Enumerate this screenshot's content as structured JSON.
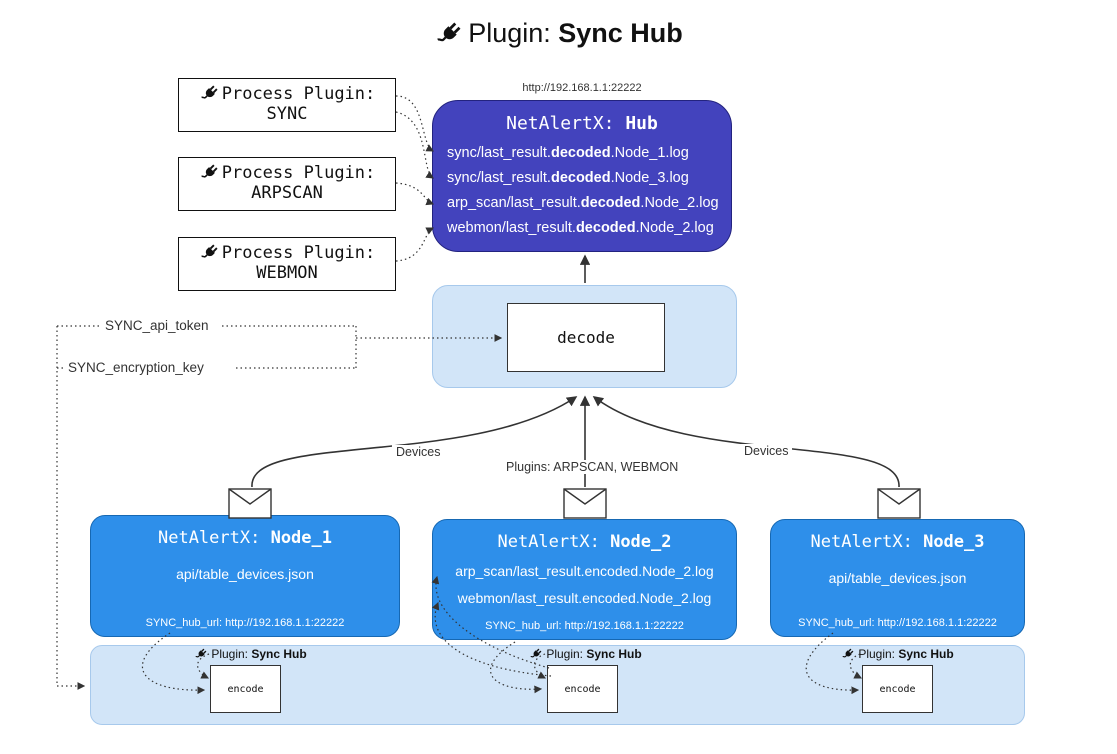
{
  "title": {
    "prefix": "Plugin: ",
    "bold": "Sync Hub"
  },
  "process_plugins": [
    {
      "label": "Process Plugin:",
      "name": "SYNC"
    },
    {
      "label": "Process Plugin:",
      "name": "ARPSCAN"
    },
    {
      "label": "Process Plugin:",
      "name": "WEBMON"
    }
  ],
  "hub": {
    "url": "http://192.168.1.1:22222",
    "title_prefix": "NetAlertX: ",
    "title_bold": "Hub",
    "logs": [
      {
        "pre": "sync/last_result.",
        "bold": "decoded",
        "post": ".Node_1.log"
      },
      {
        "pre": "sync/last_result.",
        "bold": "decoded",
        "post": ".Node_3.log"
      },
      {
        "pre": "arp_scan/last_result.",
        "bold": "decoded",
        "post": ".Node_2.log"
      },
      {
        "pre": "webmon/last_result.",
        "bold": "decoded",
        "post": ".Node_2.log"
      }
    ]
  },
  "decode": {
    "label": "decode"
  },
  "secrets": {
    "api_token": "SYNC_api_token",
    "encryption_key": "SYNC_encryption_key"
  },
  "edge_labels": {
    "left": "Devices",
    "center": "Plugins: ARPSCAN, WEBMON",
    "right": "Devices"
  },
  "nodes": [
    {
      "title_prefix": "NetAlertX: ",
      "title_bold": "Node_1",
      "files": [
        "api/table_devices.json"
      ],
      "hub_url": "SYNC_hub_url: http://192.168.1.1:22222"
    },
    {
      "title_prefix": "NetAlertX: ",
      "title_bold": "Node_2",
      "files": [
        "arp_scan/last_result.encoded.Node_2.log",
        "webmon/last_result.encoded.Node_2.log"
      ],
      "hub_url": "SYNC_hub_url: http://192.168.1.1:22222"
    },
    {
      "title_prefix": "NetAlertX: ",
      "title_bold": "Node_3",
      "files": [
        "api/table_devices.json"
      ],
      "hub_url": "SYNC_hub_url: http://192.168.1.1:22222"
    }
  ],
  "encoders": [
    {
      "label_prefix": "Plugin: ",
      "label_bold": "Sync Hub",
      "box": "encode"
    },
    {
      "label_prefix": "Plugin: ",
      "label_bold": "Sync Hub",
      "box": "encode"
    },
    {
      "label_prefix": "Plugin: ",
      "label_bold": "Sync Hub",
      "box": "encode"
    }
  ],
  "colors": {
    "hub_fill": "#4343bd",
    "hub_border": "#23237f",
    "node_fill": "#2e8fea",
    "node_border": "#1668b3",
    "panel_fill": "#d2e5f8",
    "panel_border": "#a7c9ec",
    "edge": "#333333"
  }
}
